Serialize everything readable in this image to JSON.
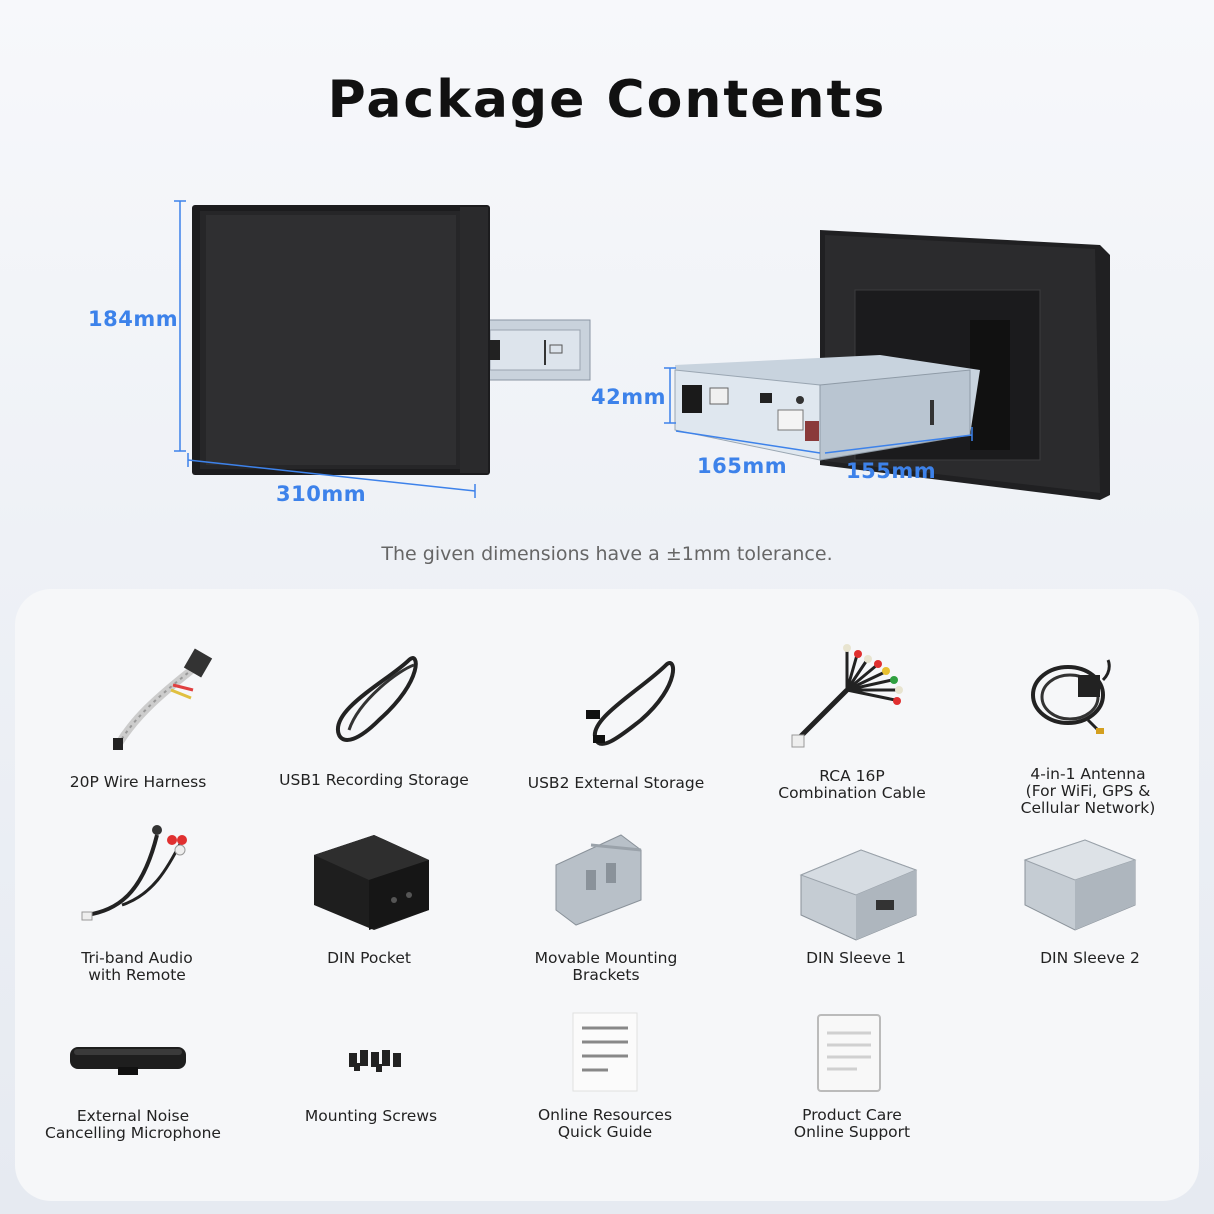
{
  "header": {
    "title": "Package Contents"
  },
  "dimensions": {
    "height": "184mm",
    "width": "310mm",
    "depth_box": "42mm",
    "depth_165": "165mm",
    "depth_155": "155mm"
  },
  "note": "The given dimensions have a ±1mm tolerance.",
  "accent_color": "#3d82ea",
  "items": [
    {
      "label": "20P Wire Harness",
      "icon": "wire-harness-icon"
    },
    {
      "label": "USB1 Recording Storage",
      "icon": "usb-cable-icon"
    },
    {
      "label": "USB2 External Storage",
      "icon": "usb-cable-icon"
    },
    {
      "label": "RCA 16P\nCombination Cable",
      "icon": "rca-cable-icon"
    },
    {
      "label": "4-in-1 Antenna\n(For WiFi, GPS &\nCellular Network)",
      "icon": "antenna-icon"
    },
    {
      "label": "Tri-band Audio\nwith Remote",
      "icon": "audio-cable-icon"
    },
    {
      "label": "DIN Pocket",
      "icon": "din-pocket-icon"
    },
    {
      "label": "Movable Mounting\nBrackets",
      "icon": "bracket-icon"
    },
    {
      "label": "DIN Sleeve 1",
      "icon": "din-sleeve-icon"
    },
    {
      "label": "DIN Sleeve 2",
      "icon": "din-sleeve-icon"
    },
    {
      "label": "External Noise\nCancelling Microphone",
      "icon": "microphone-icon"
    },
    {
      "label": "Mounting Screws",
      "icon": "screws-icon"
    },
    {
      "label": "Online Resources\nQuick Guide",
      "icon": "document-icon"
    },
    {
      "label": "Product Care\nOnline Support",
      "icon": "document-icon"
    }
  ]
}
